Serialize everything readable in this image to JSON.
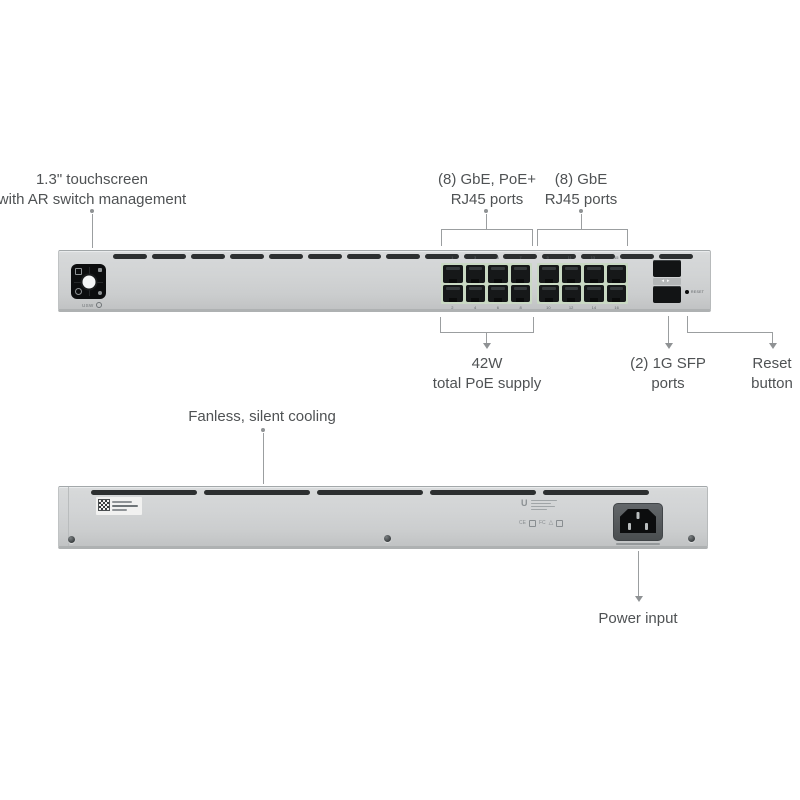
{
  "callouts": {
    "touchscreen": {
      "line1": "1.3\" touchscreen",
      "line2": "with AR switch management"
    },
    "poe_ports": {
      "line1": "(8) GbE, PoE+",
      "line2": "RJ45 ports"
    },
    "gbe_ports": {
      "line1": "(8) GbE",
      "line2": "RJ45 ports"
    },
    "poe_supply": {
      "line1": "42W",
      "line2": "total PoE supply"
    },
    "sfp_ports": {
      "line1": "(2) 1G SFP",
      "line2": "ports"
    },
    "reset_button": {
      "line1": "Reset",
      "line2": "button"
    },
    "cooling": "Fanless, silent cooling",
    "power_input": "Power input"
  },
  "front_device": {
    "model_label": "USW",
    "reset_label": "RESET",
    "sfp_arrows": "◂▸",
    "ports": {
      "poe_group": {
        "top": [
          "1",
          "3",
          "5",
          "7"
        ],
        "bottom": [
          "2",
          "4",
          "6",
          "8"
        ]
      },
      "gbe_group": {
        "top": [
          "9",
          "11",
          "13",
          "15"
        ],
        "bottom": [
          "10",
          "12",
          "14",
          "16"
        ]
      }
    }
  },
  "back_device": {
    "regulatory_marks": [
      "CE",
      "FC"
    ]
  },
  "colors": {
    "background": "#ffffff",
    "chassis": "#d2d4d5",
    "vent_slot": "#2c2f30",
    "poe_port_bezel": "#c9d9c3",
    "touchscreen": "#0c0d0e",
    "callout_text": "#4f5254",
    "callout_line": "#9b9ea0"
  }
}
